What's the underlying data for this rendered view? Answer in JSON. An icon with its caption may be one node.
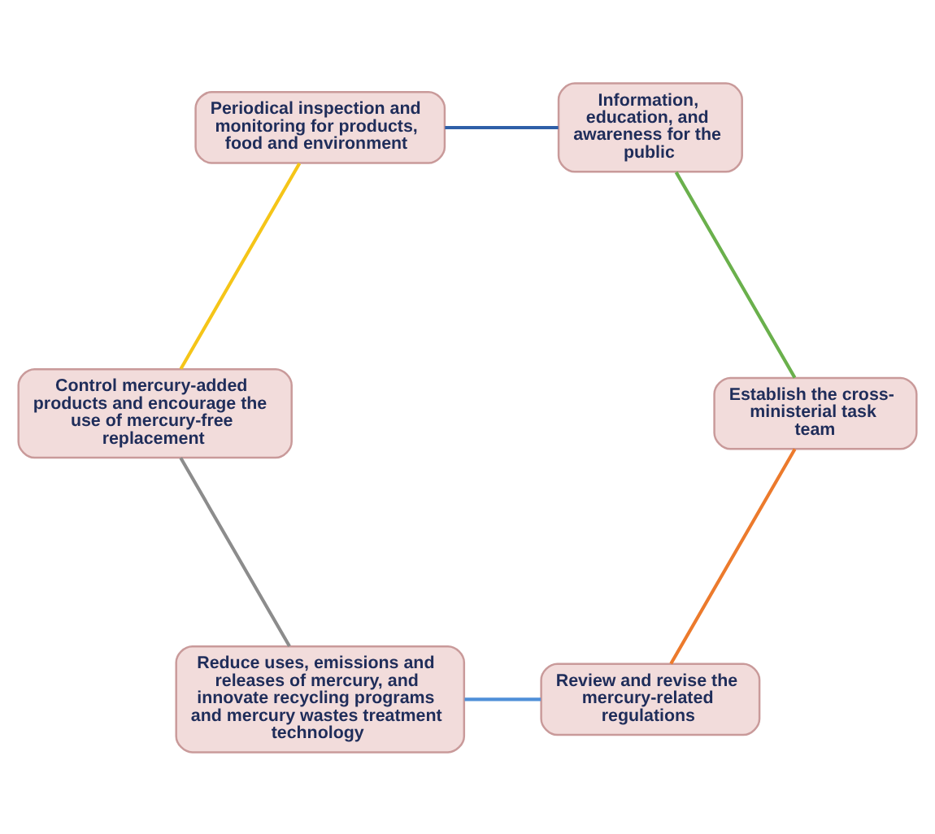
{
  "diagram": {
    "nodes": [
      {
        "text": [
          "Review and revise the mercury-related regulations"
        ]
      },
      {
        "text": [
          "Reduce uses, emissions and releases of mercury, and innovate recycling programs and mercury wastes treatment technology"
        ]
      },
      {
        "text": [
          "Control mercury-added products and encourage the use of mercury-free replacement"
        ]
      },
      {
        "text": [
          "Periodical inspection and monitoring for products, food and environment"
        ]
      },
      {
        "text": [
          "Information, education, and awareness for the public"
        ]
      },
      {
        "text": [
          "Establish the cross-ministerial task team"
        ]
      }
    ],
    "edges": [
      {
        "from": 0,
        "to": 1,
        "arrow": "none",
        "color": "#4f8fd8"
      },
      {
        "from": 1,
        "to": 2,
        "arrow": "none",
        "color": "#8c8c8c"
      },
      {
        "from": 2,
        "to": 3,
        "arrow": "none",
        "color": "#f5c518"
      },
      {
        "from": 3,
        "to": 4,
        "arrow": "none",
        "color": "#2f5fa8"
      },
      {
        "from": 4,
        "to": 5,
        "arrow": "none",
        "color": "#6ab04c"
      },
      {
        "from": 5,
        "to": 0,
        "arrow": "none",
        "color": "#ec7a2c"
      }
    ]
  }
}
